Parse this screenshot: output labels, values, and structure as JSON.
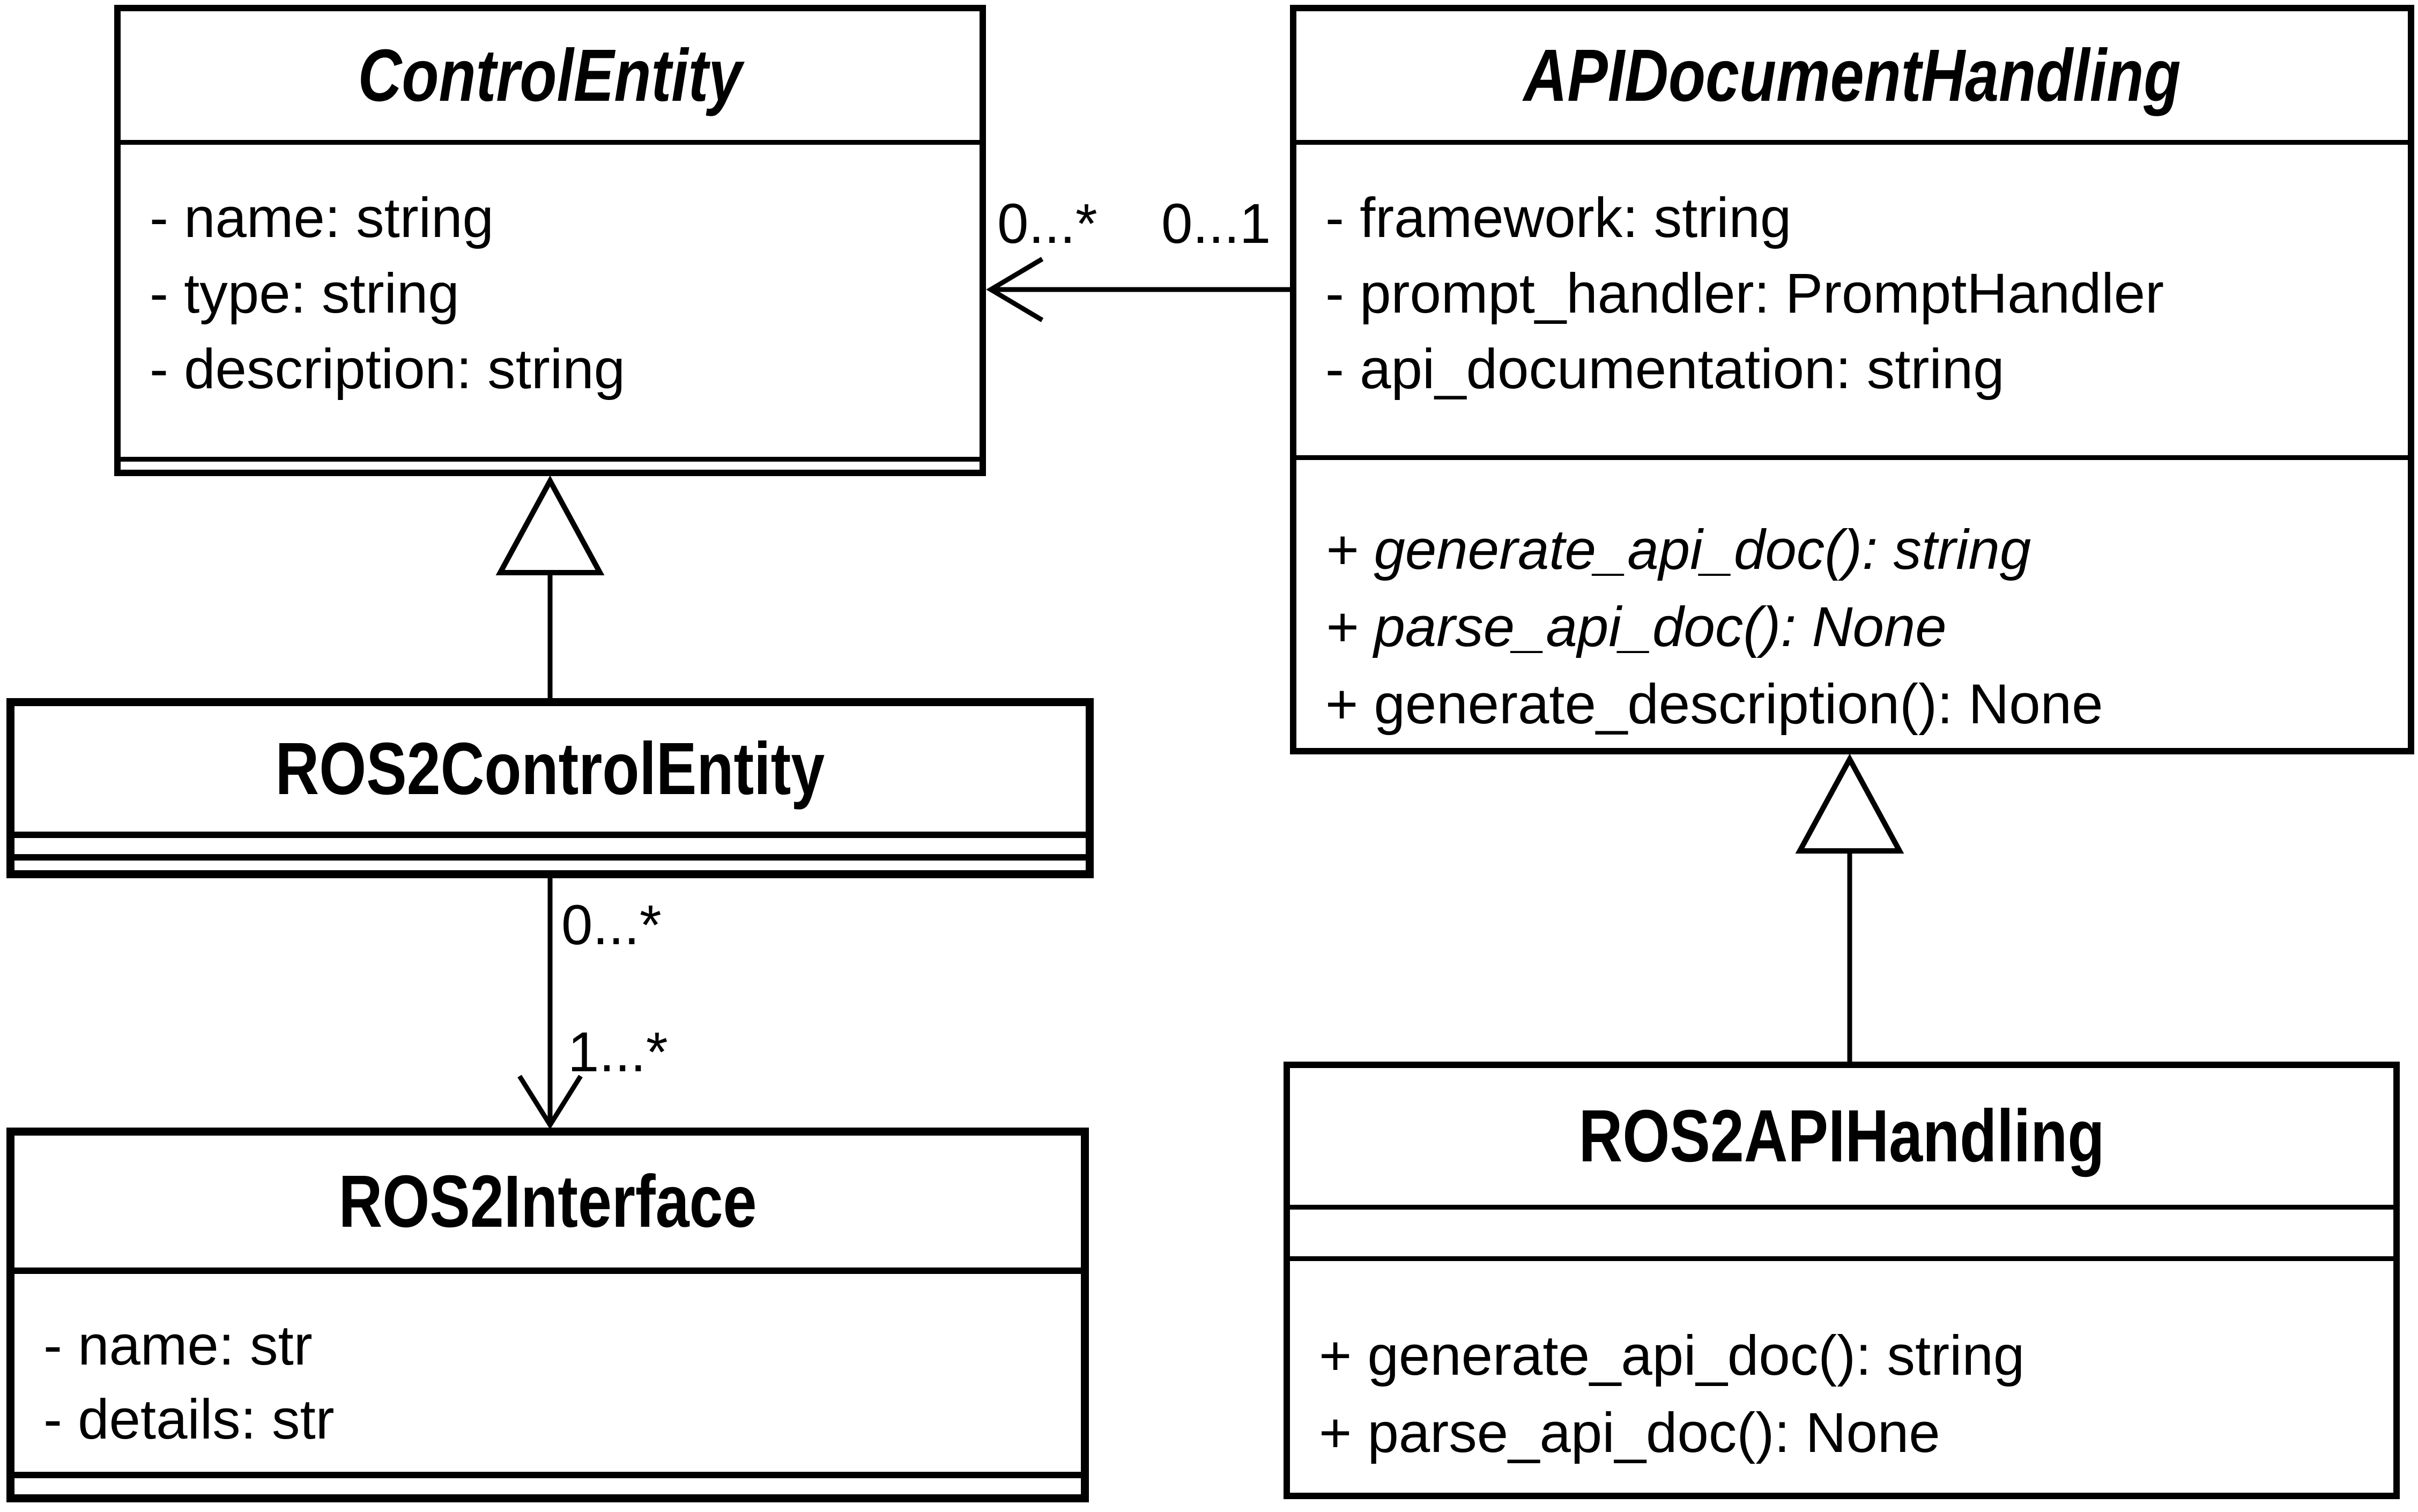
{
  "page": {
    "background_color": "#ffffff",
    "line_color": "#000000"
  },
  "diagram": {
    "type": "uml-class-diagram",
    "classes": [
      {
        "name": "ControlEntity",
        "stereotype": "abstract",
        "attributes": [
          "- name: string",
          "- type: string",
          "- description: string"
        ],
        "methods": []
      },
      {
        "name": "APIDocumentHandling",
        "stereotype": "abstract",
        "attributes": [
          "- framework: string",
          "- prompt_handler: PromptHandler",
          "- api_documentation: string"
        ],
        "methods": [
          {
            "text": "+ generate_api_doc(): string",
            "abstract": true
          },
          {
            "text": "+ parse_api_doc(): None",
            "abstract": true
          },
          {
            "text": "+ generate_description(): None",
            "abstract": false
          }
        ]
      },
      {
        "name": "ROS2ControlEntity",
        "stereotype": "concrete",
        "attributes": [],
        "methods": []
      },
      {
        "name": "ROS2Interface",
        "stereotype": "concrete",
        "attributes": [
          "- name: str",
          "- details: str"
        ],
        "methods": []
      },
      {
        "name": "ROS2APIHandling",
        "stereotype": "concrete",
        "attributes": [],
        "methods": [
          {
            "text": "+ generate_api_doc(): string",
            "abstract": false
          },
          {
            "text": "+ parse_api_doc(): None",
            "abstract": false
          }
        ]
      }
    ],
    "relationships": [
      {
        "type": "association",
        "from": "APIDocumentHandling",
        "to": "ControlEntity",
        "arrow": "open",
        "labels": {
          "near_target": "0...*",
          "near_source": "0...1"
        }
      },
      {
        "type": "generalization",
        "from": "ROS2ControlEntity",
        "to": "ControlEntity"
      },
      {
        "type": "directed-association",
        "from": "ROS2ControlEntity",
        "to": "ROS2Interface",
        "arrow": "open",
        "labels": {
          "near_source": "0...*",
          "near_target": "1...*"
        }
      },
      {
        "type": "generalization",
        "from": "ROS2APIHandling",
        "to": "APIDocumentHandling"
      }
    ]
  }
}
